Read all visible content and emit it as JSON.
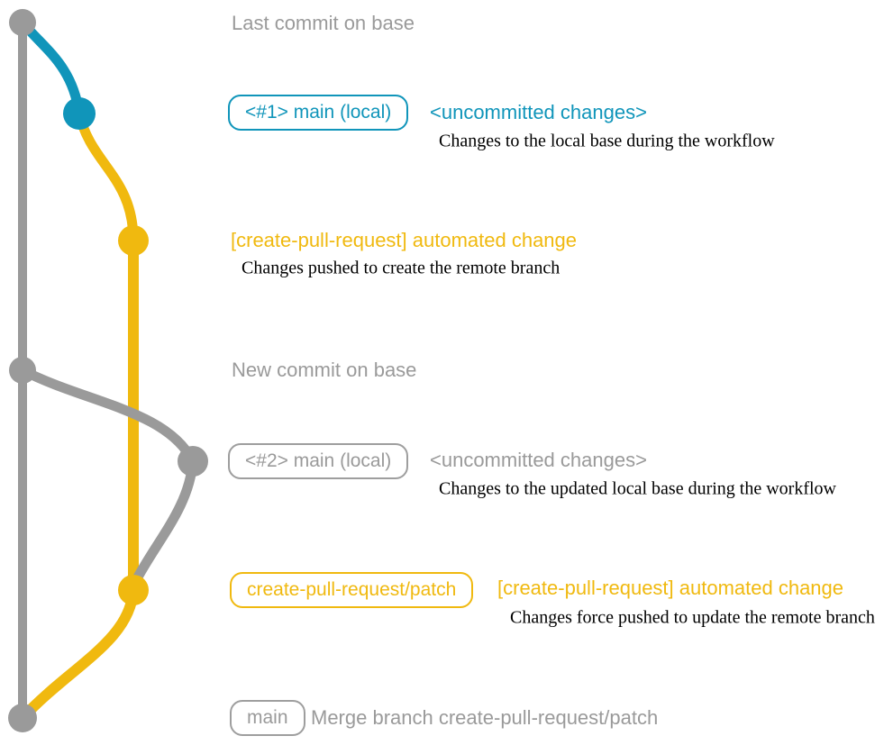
{
  "colors": {
    "gray": "#9a9a9a",
    "blue": "#1095ba",
    "yellow": "#f0b90f",
    "desc_text": "#000000",
    "background": "#ffffff"
  },
  "labels": {
    "last_commit": "Last commit on base",
    "badge_main_local_1": "<#1> main (local)",
    "uncommitted_1": "<uncommitted changes>",
    "desc_uncommitted_1": "Changes to the local base during the workflow",
    "automated_change_1": "[create-pull-request] automated change",
    "desc_automated_1": "Changes pushed to create the remote branch",
    "new_commit": "New commit on base",
    "badge_main_local_2": "<#2> main (local)",
    "uncommitted_2": "<uncommitted changes>",
    "desc_uncommitted_2": "Changes to the updated local base during the workflow",
    "badge_patch_branch": "create-pull-request/patch",
    "automated_change_2": "[create-pull-request] automated change",
    "desc_automated_2": "Changes force pushed to update the remote branch",
    "badge_main": "main",
    "merge_text": "Merge branch create-pull-request/patch"
  },
  "commits": [
    {
      "branch": "base",
      "color_name": "gray",
      "caption": "Last commit on base"
    },
    {
      "branch": "main-local",
      "color_name": "blue",
      "caption": "<#1> main (local) — <uncommitted changes>"
    },
    {
      "branch": "create-pull-request-patch",
      "color_name": "yellow",
      "caption": "[create-pull-request] automated change"
    },
    {
      "branch": "base",
      "color_name": "gray",
      "caption": "New commit on base"
    },
    {
      "branch": "main-local",
      "color_name": "gray",
      "caption": "<#2> main (local) — <uncommitted changes>"
    },
    {
      "branch": "create-pull-request-patch",
      "color_name": "yellow",
      "caption": "create-pull-request/patch — [create-pull-request] automated change"
    },
    {
      "branch": "base",
      "color_name": "gray",
      "caption": "main — Merge branch create-pull-request/patch"
    }
  ]
}
